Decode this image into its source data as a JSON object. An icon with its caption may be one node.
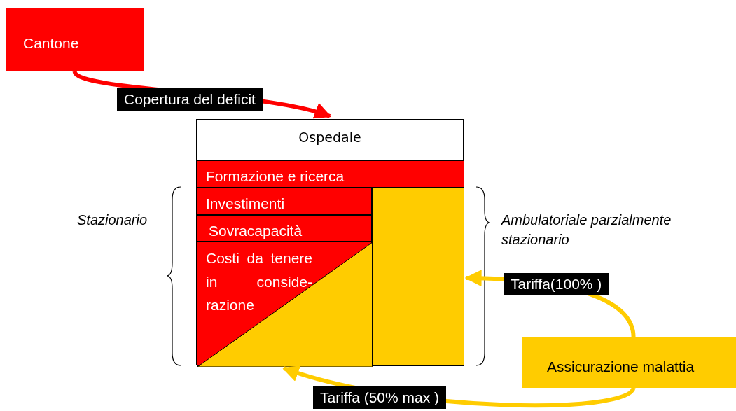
{
  "diagram": {
    "nodes": [
      {
        "text": [
          "Cantone"
        ]
      },
      {
        "text": [
          "Ospedale"
        ]
      },
      {
        "text": [
          "Formazione e ricerca"
        ],
        "in": 1
      },
      {
        "text": [
          "Investimenti"
        ],
        "in": 1
      },
      {
        "text": [
          "Sovracapacità"
        ],
        "in": 1
      },
      {
        "text": [
          "Costi da tenere in conside- razione"
        ],
        "in": 1
      },
      {
        "text": [],
        "shape": "triangle",
        "in": 5
      },
      {
        "text": [],
        "shape": "box",
        "in": 1
      },
      {
        "text": [
          "Assicurazione malattia"
        ]
      }
    ],
    "edges": [
      {
        "from": 0,
        "to": 1,
        "arrow": "to",
        "label": "Copertura del deficit",
        "color": "#ff0000"
      },
      {
        "from": 8,
        "to": 7,
        "arrow": "to",
        "label": "Tariffa(100% )"
      },
      {
        "from": 8,
        "to": 6,
        "arrow": "to",
        "label": "Tariffa (50% max )"
      }
    ],
    "labels": [
      "Stazionario",
      "Ambulatoriale parzialmente stazionario"
    ]
  }
}
